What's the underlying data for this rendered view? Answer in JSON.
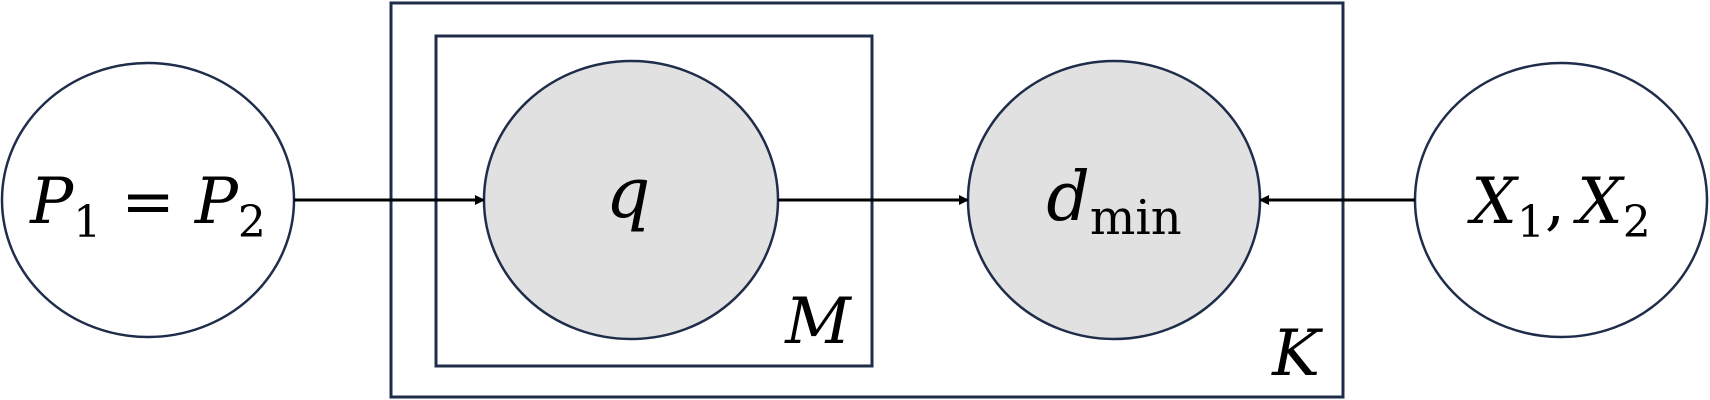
{
  "colors": {
    "outline": "#1f2d4a",
    "observed_fill": "#e1e1e1",
    "latent_fill": "#ffffff",
    "edge": "#000000"
  },
  "nodes": {
    "params": {
      "left_symbol": "P",
      "left_sub": "1",
      "operator": "=",
      "right_symbol": "P",
      "right_sub": "2",
      "observed": false
    },
    "q": {
      "symbol": "q",
      "observed": true
    },
    "dmin": {
      "symbol": "d",
      "sub": "min",
      "observed": true
    },
    "inputs": {
      "first_symbol": "X",
      "first_sub": "1",
      "separator": ",",
      "second_symbol": "X",
      "second_sub": "2",
      "observed": false
    }
  },
  "plates": {
    "inner": {
      "label": "M"
    },
    "outer": {
      "label": "K"
    }
  },
  "edges": [
    {
      "from": "params",
      "to": "q"
    },
    {
      "from": "q",
      "to": "dmin"
    },
    {
      "from": "inputs",
      "to": "dmin"
    }
  ]
}
